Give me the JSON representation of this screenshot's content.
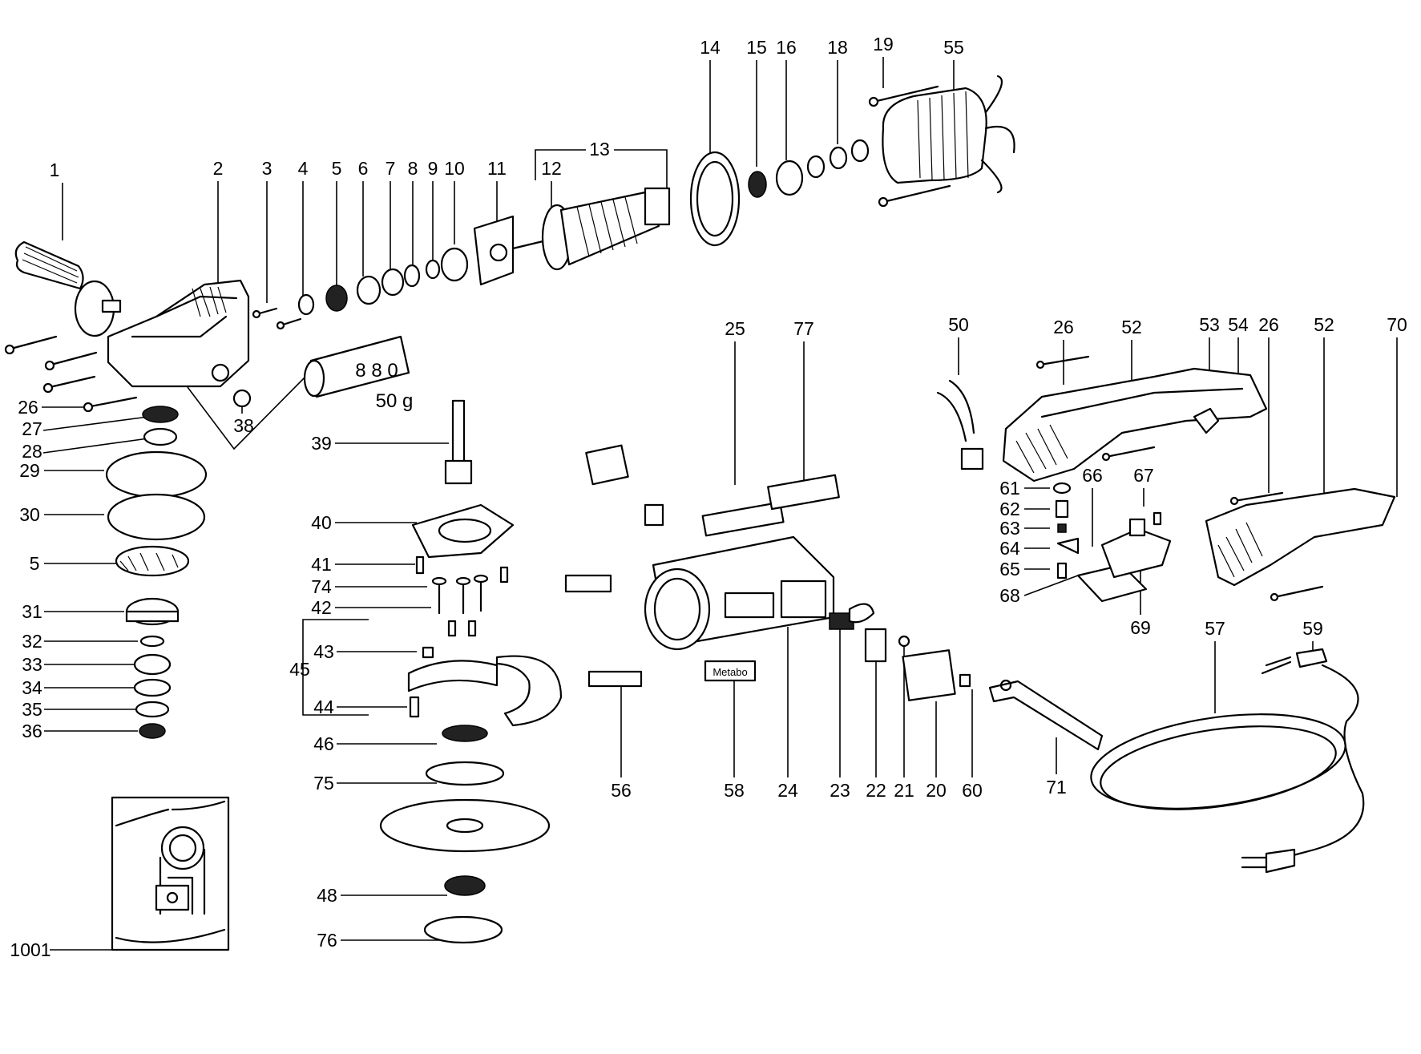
{
  "diagram": {
    "callouts": [
      {
        "id": "c1",
        "text": "1"
      },
      {
        "id": "c2",
        "text": "2"
      },
      {
        "id": "c3",
        "text": "3"
      },
      {
        "id": "c4",
        "text": "4"
      },
      {
        "id": "c5a",
        "text": "5"
      },
      {
        "id": "c6",
        "text": "6"
      },
      {
        "id": "c7",
        "text": "7"
      },
      {
        "id": "c8",
        "text": "8"
      },
      {
        "id": "c9",
        "text": "9"
      },
      {
        "id": "c10",
        "text": "10"
      },
      {
        "id": "c11",
        "text": "11"
      },
      {
        "id": "c12",
        "text": "12"
      },
      {
        "id": "c13",
        "text": "13"
      },
      {
        "id": "c14",
        "text": "14"
      },
      {
        "id": "c15",
        "text": "15"
      },
      {
        "id": "c16",
        "text": "16"
      },
      {
        "id": "c18",
        "text": "18"
      },
      {
        "id": "c19",
        "text": "19"
      },
      {
        "id": "c55",
        "text": "55"
      },
      {
        "id": "c26a",
        "text": "26"
      },
      {
        "id": "c27",
        "text": "27"
      },
      {
        "id": "c28",
        "text": "28"
      },
      {
        "id": "c29",
        "text": "29"
      },
      {
        "id": "c30",
        "text": "30"
      },
      {
        "id": "c5b",
        "text": "5"
      },
      {
        "id": "c31",
        "text": "31"
      },
      {
        "id": "c32",
        "text": "32"
      },
      {
        "id": "c33",
        "text": "33"
      },
      {
        "id": "c34",
        "text": "34"
      },
      {
        "id": "c35",
        "text": "35"
      },
      {
        "id": "c36",
        "text": "36"
      },
      {
        "id": "c38",
        "text": "38"
      },
      {
        "id": "c39",
        "text": "39"
      },
      {
        "id": "c40",
        "text": "40"
      },
      {
        "id": "c41",
        "text": "41"
      },
      {
        "id": "c74",
        "text": "74"
      },
      {
        "id": "c42",
        "text": "42"
      },
      {
        "id": "c43",
        "text": "43"
      },
      {
        "id": "c45",
        "text": "45"
      },
      {
        "id": "c44",
        "text": "44"
      },
      {
        "id": "c46",
        "text": "46"
      },
      {
        "id": "c75",
        "text": "75"
      },
      {
        "id": "c48",
        "text": "48"
      },
      {
        "id": "c76",
        "text": "76"
      },
      {
        "id": "c1001",
        "text": "1001"
      },
      {
        "id": "c25",
        "text": "25"
      },
      {
        "id": "c77",
        "text": "77"
      },
      {
        "id": "c56",
        "text": "56"
      },
      {
        "id": "c58",
        "text": "58"
      },
      {
        "id": "c24",
        "text": "24"
      },
      {
        "id": "c23",
        "text": "23"
      },
      {
        "id": "c22",
        "text": "22"
      },
      {
        "id": "c21",
        "text": "21"
      },
      {
        "id": "c20",
        "text": "20"
      },
      {
        "id": "c60",
        "text": "60"
      },
      {
        "id": "c71",
        "text": "71"
      },
      {
        "id": "c50",
        "text": "50"
      },
      {
        "id": "c26b",
        "text": "26"
      },
      {
        "id": "c52a",
        "text": "52"
      },
      {
        "id": "c53",
        "text": "53"
      },
      {
        "id": "c54",
        "text": "54"
      },
      {
        "id": "c26c",
        "text": "26"
      },
      {
        "id": "c52b",
        "text": "52"
      },
      {
        "id": "c70",
        "text": "70"
      },
      {
        "id": "c61",
        "text": "61"
      },
      {
        "id": "c62",
        "text": "62"
      },
      {
        "id": "c63",
        "text": "63"
      },
      {
        "id": "c64",
        "text": "64"
      },
      {
        "id": "c65",
        "text": "65"
      },
      {
        "id": "c66",
        "text": "66"
      },
      {
        "id": "c67",
        "text": "67"
      },
      {
        "id": "c68",
        "text": "68"
      },
      {
        "id": "c69",
        "text": "69"
      },
      {
        "id": "c57",
        "text": "57"
      },
      {
        "id": "c59",
        "text": "59"
      }
    ],
    "grease_tube_label": "8 8 0",
    "grease_amount_label": "50 g",
    "brand_plate_label": "Metabo"
  }
}
